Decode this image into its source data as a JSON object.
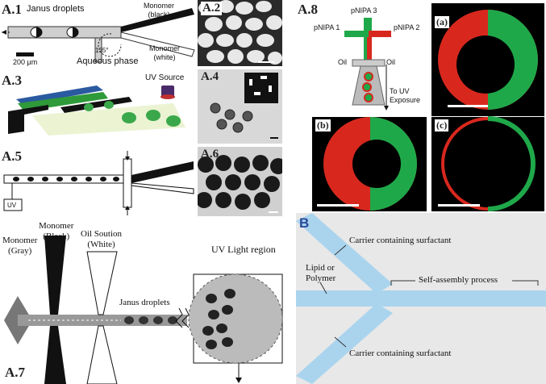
{
  "panel_a1": {
    "tag": "A.1",
    "droplets_label": "Janus droplets",
    "monomer_black_line1": "Monomer",
    "monomer_black_line2": "(black)",
    "monomer_white_line1": "Monomer",
    "monomer_white_line2": "(white)",
    "aqueous_label": "Aqueous phase",
    "angle_label": "135°",
    "scale_label": "200 μm"
  },
  "panel_a2": {
    "tag": "A.2"
  },
  "panel_a3": {
    "tag": "A.3",
    "uv_label": "UV Source"
  },
  "panel_a4": {
    "tag": "A.4"
  },
  "panel_a5": {
    "tag": "A.5",
    "uv_box_label": "UV"
  },
  "panel_a6": {
    "tag": "A.6"
  },
  "panel_a7": {
    "tag": "A.7",
    "monomer_gray_line1": "Monomer",
    "monomer_gray_line2": "(Gray)",
    "monomer_black_line1": "Monomer",
    "monomer_black_line2": "(Black)",
    "oil_line1": "Oil Soution",
    "oil_line2": "(White)",
    "janus_label": "Janus droplets",
    "uv_region_label": "UV Light region"
  },
  "panel_a8": {
    "tag": "A.8",
    "pnipa1": "pNIPA 1",
    "pnipa2": "pNIPA 2",
    "pnipa3": "pNIPA 3",
    "oil_left": "Oil",
    "oil_right": "Oil",
    "uv_line1": "To UV",
    "uv_line2": "Exposure",
    "sub_a": "(a)",
    "sub_b": "(b)",
    "sub_c": "(c)"
  },
  "panel_b": {
    "tag": "B",
    "carrier_top": "Carrier containing surfactant",
    "carrier_bottom": "Carrier containing surfactant",
    "lipid_line1": "Lipid or",
    "lipid_line2": "Polymer",
    "self_assembly": "Self-assembly process"
  },
  "colors": {
    "green": "#1fa84a",
    "red": "#d8281e",
    "channel_blue": "#aad4ee",
    "panel_b_bg": "#e8e8e8"
  }
}
